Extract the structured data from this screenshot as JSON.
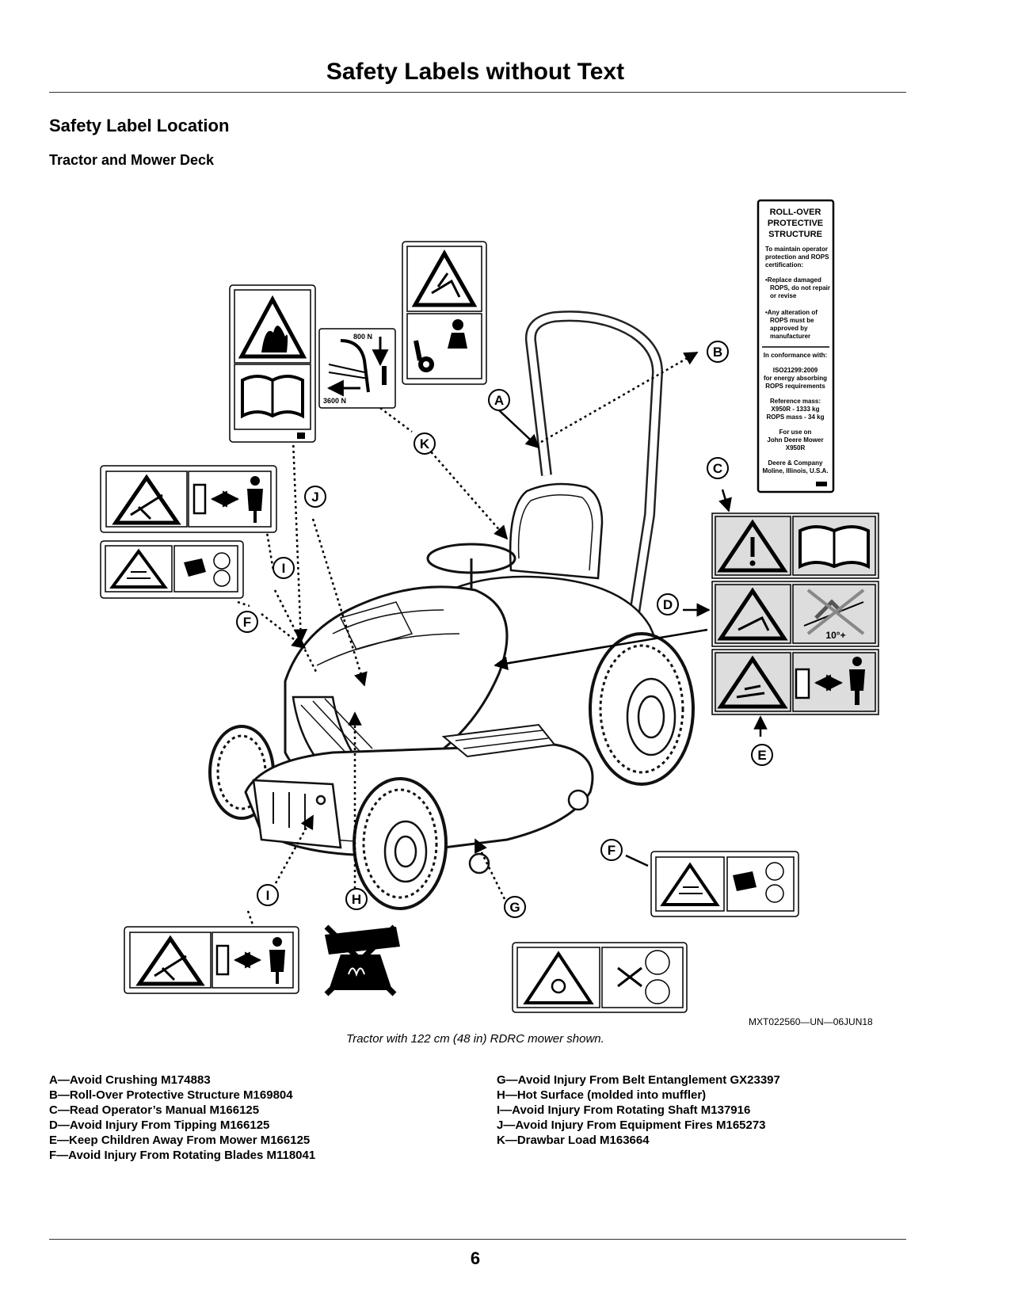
{
  "title": "Safety Labels without Text",
  "section_heading": "Safety Label Location",
  "sub_heading": "Tractor and Mower Deck",
  "figure": {
    "id": "MXT022560—UN—06JUN18",
    "caption": "Tractor with 122 cm (48 in) RDRC mower shown.",
    "callouts": [
      "A",
      "B",
      "C",
      "D",
      "E",
      "F",
      "F",
      "G",
      "H",
      "I",
      "I",
      "J",
      "K"
    ],
    "drawbar_label": {
      "vertical": "800 N",
      "horizontal": "3600 N"
    },
    "tipping_angle": "10°+",
    "rops_label": {
      "lines": [
        "ROLL-OVER",
        "PROTECTIVE",
        "STRUCTURE",
        "To maintain operator",
        "protection and ROPS",
        "certification:",
        "•Replace damaged",
        "ROPS, do not repair",
        "or revise",
        "•Any alteration of",
        "ROPS must be",
        "approved by",
        "manufacturer",
        "In conformance with:",
        "ISO21299:2009",
        "for energy absorbing",
        "ROPS requirements",
        "Reference mass:",
        "X950R - 1333 kg",
        "ROPS mass - 34 kg",
        "For use on",
        "John Deere Mower",
        "X950R",
        "Deere & Company",
        "Moline, Illinois, U.S.A."
      ]
    }
  },
  "legend_left": [
    "A—Avoid Crushing M174883",
    "B—Roll-Over Protective Structure M169804",
    "C—Read Operator’s Manual M166125",
    "D—Avoid Injury From Tipping M166125",
    "E—Keep Children Away From Mower M166125",
    "F—Avoid Injury From Rotating Blades M118041"
  ],
  "legend_right": [
    "G—Avoid Injury From Belt Entanglement GX23397",
    "H—Hot Surface (molded into muffler)",
    "I—Avoid Injury From Rotating Shaft M137916",
    "J—Avoid Injury From Equipment Fires M165273",
    "K—Drawbar Load M163664"
  ],
  "page_number": "6"
}
